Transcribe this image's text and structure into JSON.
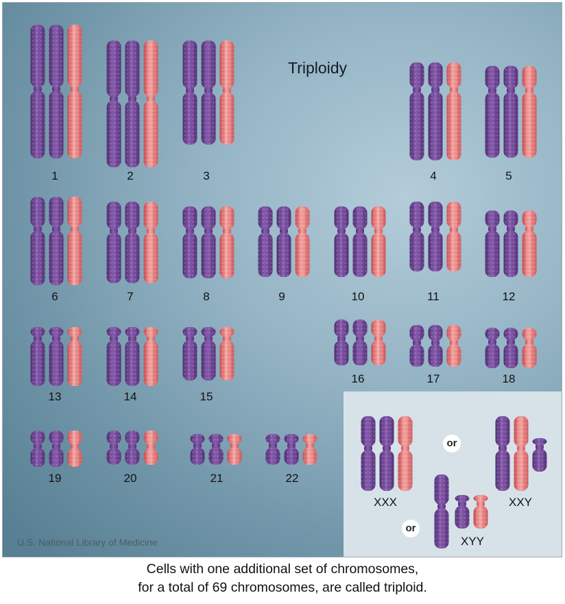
{
  "title": "Triploidy",
  "credit": "U.S. National Library of Medicine",
  "caption_line1": "Cells with one additional set of chromosomes,",
  "caption_line2": "for a total of 69 chromosomes, are called triploid.",
  "colors": {
    "maternal": "#7a4e9c",
    "paternal": "#e0706f"
  },
  "autosomes": [
    {
      "label": "1"
    },
    {
      "label": "2"
    },
    {
      "label": "3"
    },
    {
      "label": "4"
    },
    {
      "label": "5"
    },
    {
      "label": "6"
    },
    {
      "label": "7"
    },
    {
      "label": "8"
    },
    {
      "label": "9"
    },
    {
      "label": "10"
    },
    {
      "label": "11"
    },
    {
      "label": "12"
    },
    {
      "label": "13"
    },
    {
      "label": "14"
    },
    {
      "label": "15"
    },
    {
      "label": "16"
    },
    {
      "label": "17"
    },
    {
      "label": "18"
    },
    {
      "label": "19"
    },
    {
      "label": "20"
    },
    {
      "label": "21"
    },
    {
      "label": "22"
    }
  ],
  "sex_chromosomes": {
    "options": [
      {
        "label": "XXX"
      },
      {
        "label": "XXY"
      },
      {
        "label": "XYY"
      }
    ],
    "connector": "or"
  }
}
